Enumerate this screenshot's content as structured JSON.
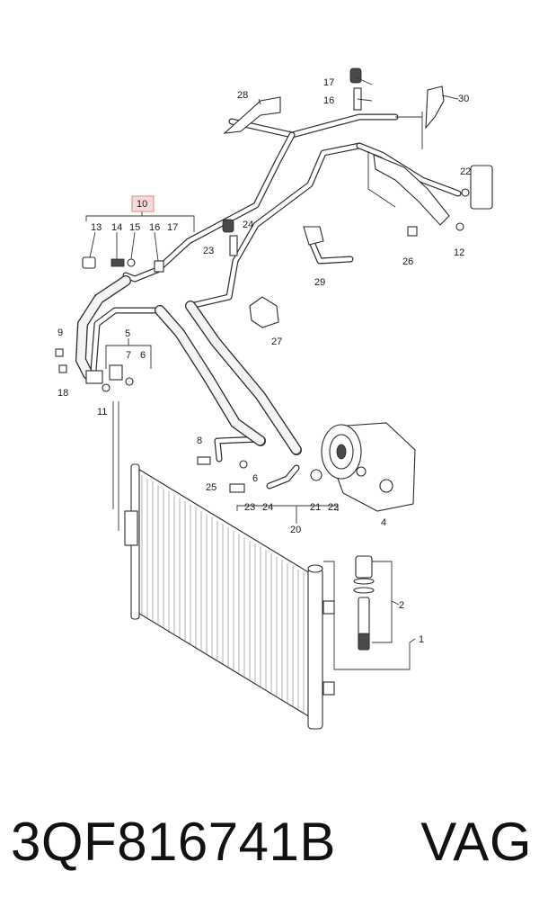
{
  "diagram": {
    "callouts": {
      "c1": "1",
      "c2": "2",
      "c4": "4",
      "c5": "5",
      "c6a": "6",
      "c6b": "6",
      "c7": "7",
      "c8": "8",
      "c9": "9",
      "c10": "10",
      "c11": "11",
      "c12": "12",
      "c13": "13",
      "c14": "14",
      "c15": "15",
      "c16": "16",
      "c16b": "16",
      "c17": "17",
      "c17b": "17",
      "c18": "18",
      "c20": "20",
      "c21": "21",
      "c22a": "22",
      "c22b": "22",
      "c23a": "23",
      "c23b": "23",
      "c24a": "24",
      "c24b": "24",
      "c25": "25",
      "c26": "26",
      "c27": "27",
      "c28": "28",
      "c29": "29",
      "c30": "30"
    },
    "highlighted_callout": "10"
  },
  "footer": {
    "part_number": "3QF816741B",
    "brand": "VAG"
  }
}
